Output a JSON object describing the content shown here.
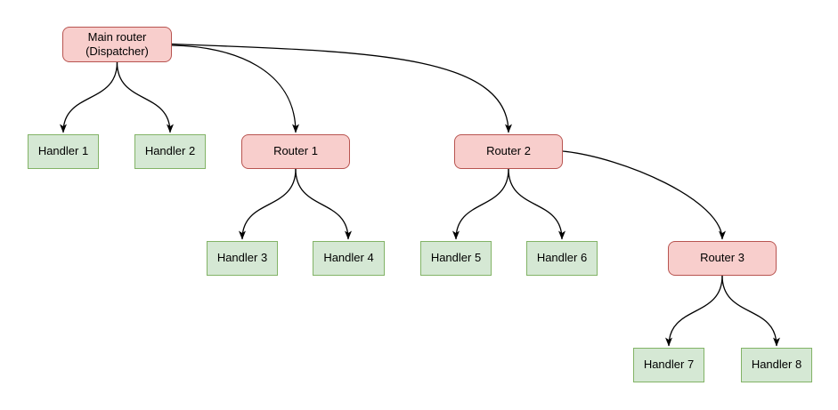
{
  "colors": {
    "background": "#ffffff",
    "router_fill": "#f8cecc",
    "router_border": "#b85450",
    "handler_fill": "#d5e8d4",
    "handler_border": "#82b366",
    "edge_color": "#000000",
    "text_color": "#000000"
  },
  "nodes": [
    {
      "id": "main-router",
      "type": "router",
      "label": "Main router (Dispatcher)",
      "lines": [
        "Main router",
        "(Dispatcher)"
      ]
    },
    {
      "id": "handler-1",
      "type": "handler",
      "label": "Handler 1"
    },
    {
      "id": "handler-2",
      "type": "handler",
      "label": "Handler 2"
    },
    {
      "id": "router-1",
      "type": "router",
      "label": "Router 1"
    },
    {
      "id": "router-2",
      "type": "router",
      "label": "Router 2"
    },
    {
      "id": "handler-3",
      "type": "handler",
      "label": "Handler 3"
    },
    {
      "id": "handler-4",
      "type": "handler",
      "label": "Handler 4"
    },
    {
      "id": "handler-5",
      "type": "handler",
      "label": "Handler 5"
    },
    {
      "id": "handler-6",
      "type": "handler",
      "label": "Handler 6"
    },
    {
      "id": "router-3",
      "type": "router",
      "label": "Router 3"
    },
    {
      "id": "handler-7",
      "type": "handler",
      "label": "Handler 7"
    },
    {
      "id": "handler-8",
      "type": "handler",
      "label": "Handler 8"
    }
  ],
  "edges": [
    {
      "from": "main-router",
      "to": "handler-1"
    },
    {
      "from": "main-router",
      "to": "handler-2"
    },
    {
      "from": "main-router",
      "to": "router-1"
    },
    {
      "from": "main-router",
      "to": "router-2"
    },
    {
      "from": "router-1",
      "to": "handler-3"
    },
    {
      "from": "router-1",
      "to": "handler-4"
    },
    {
      "from": "router-2",
      "to": "handler-5"
    },
    {
      "from": "router-2",
      "to": "handler-6"
    },
    {
      "from": "router-2",
      "to": "router-3"
    },
    {
      "from": "router-3",
      "to": "handler-7"
    },
    {
      "from": "router-3",
      "to": "handler-8"
    }
  ]
}
